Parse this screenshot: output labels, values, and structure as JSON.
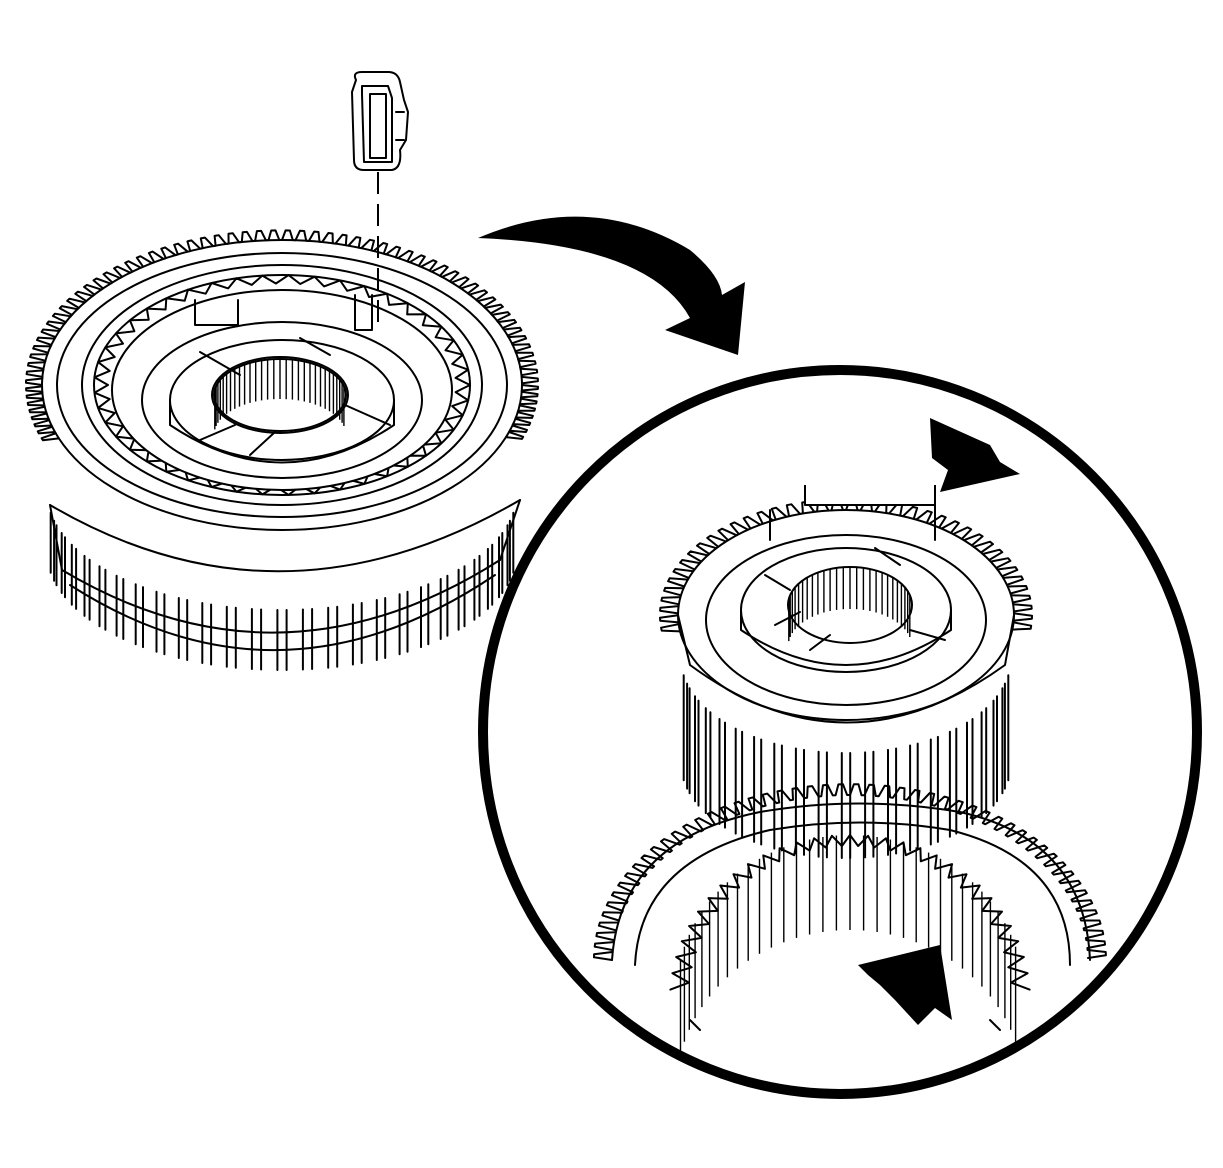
{
  "figure": {
    "description_present": false,
    "colors": {
      "line": "#000000",
      "background": "#ffffff"
    },
    "parts": [
      {
        "id": "synchronizer-assembly",
        "icon": "gear-assembly-icon"
      },
      {
        "id": "insert-key",
        "icon": "key-icon"
      },
      {
        "id": "detail-circle",
        "icon": "magnifier-circle-icon"
      },
      {
        "id": "synchronizer-hub",
        "icon": "hub-gear-icon"
      },
      {
        "id": "synchronizer-sleeve",
        "icon": "sleeve-gear-icon"
      }
    ],
    "callouts": [
      {
        "id": "transfer-arrow",
        "icon": "curved-arrow-icon"
      },
      {
        "id": "hub-alignment-arrow",
        "icon": "arrow-icon"
      },
      {
        "id": "sleeve-alignment-arrow",
        "icon": "arrow-icon"
      }
    ]
  }
}
